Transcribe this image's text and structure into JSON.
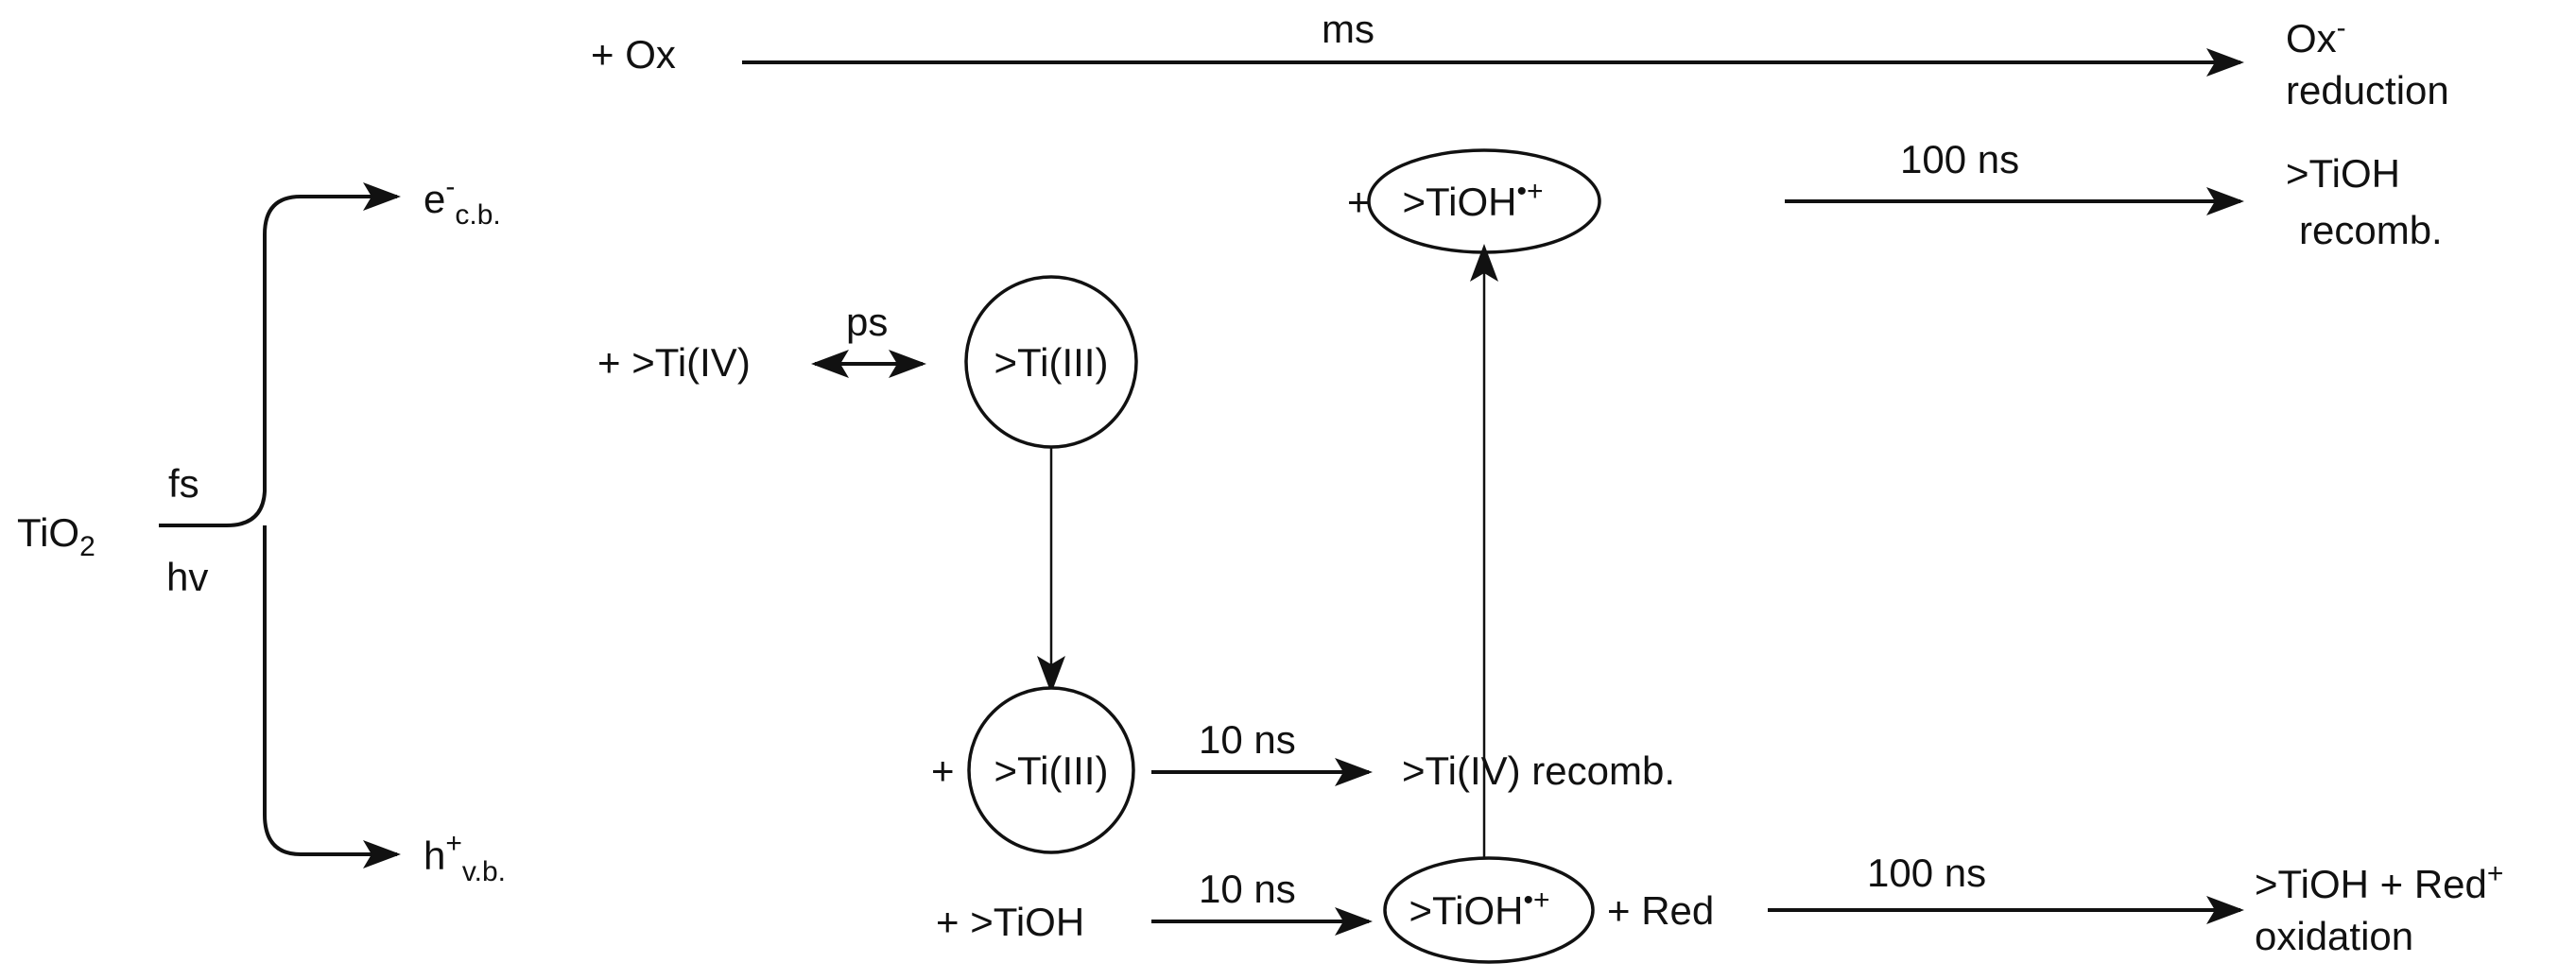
{
  "nodes": {
    "tio2": "TiO",
    "tio2_sub": "2",
    "fs": "fs",
    "hv": "hv",
    "electron_base": "e",
    "electron_sup": "-",
    "electron_sub": "c.b.",
    "hole_base": "h",
    "hole_sup": "+",
    "hole_sub": "v.b.",
    "plus_ox": "+ Ox",
    "ms": "ms",
    "ox_minus": "Ox",
    "ox_minus_sup": "-",
    "reduction": "reduction",
    "plus_tiiv": "+ >Ti(IV)",
    "ps": "ps",
    "tiiii_top": ">Ti(III)",
    "plus_1": "+",
    "tioh_rad_top": ">TiOH",
    "tioh_rad_top_sup": "•+",
    "ns100_top": "100 ns",
    "tioh_right": ">TiOH",
    "recomb_right": "recomb.",
    "plus_2": "+",
    "tiiii_bottom": ">Ti(III)",
    "ns10_mid": "10 ns",
    "tiiv_recomb": ">Ti(IV) recomb.",
    "plus_tioh": "+ >TiOH",
    "ns10_bottom": "10 ns",
    "tioh_rad_bottom": ">TiOH",
    "tioh_rad_bottom_sup": "•+",
    "plus_red": "+ Red",
    "ns100_bottom": "100 ns",
    "tioh_red": ">TiOH + Red",
    "tioh_red_sup": "+",
    "oxidation": "oxidation"
  }
}
